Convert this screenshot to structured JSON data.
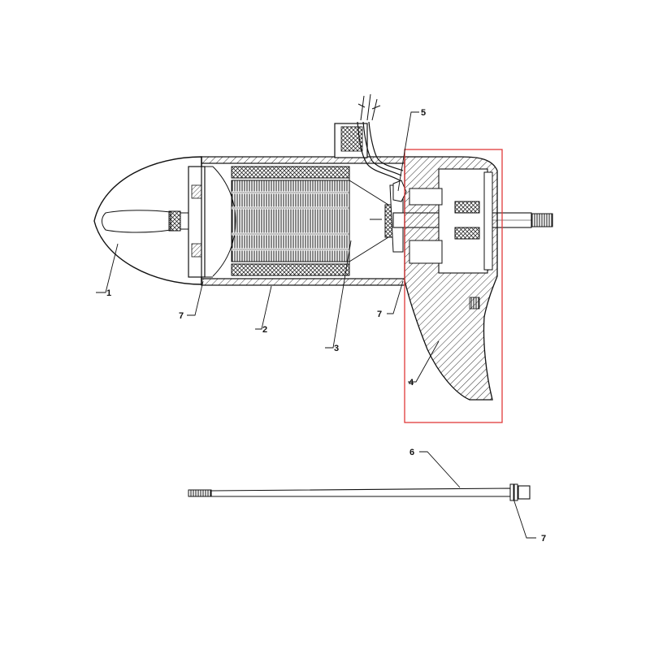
{
  "callouts": {
    "c1": "1",
    "c2": "2",
    "c3": "3",
    "c4": "4",
    "c5": "5",
    "c6": "6",
    "c7a": "7",
    "c7b": "7",
    "c7c": "7"
  },
  "colors": {
    "line": "#111111",
    "hatch": "#333333",
    "highlight": "#e03a3a",
    "background": "#ffffff"
  }
}
